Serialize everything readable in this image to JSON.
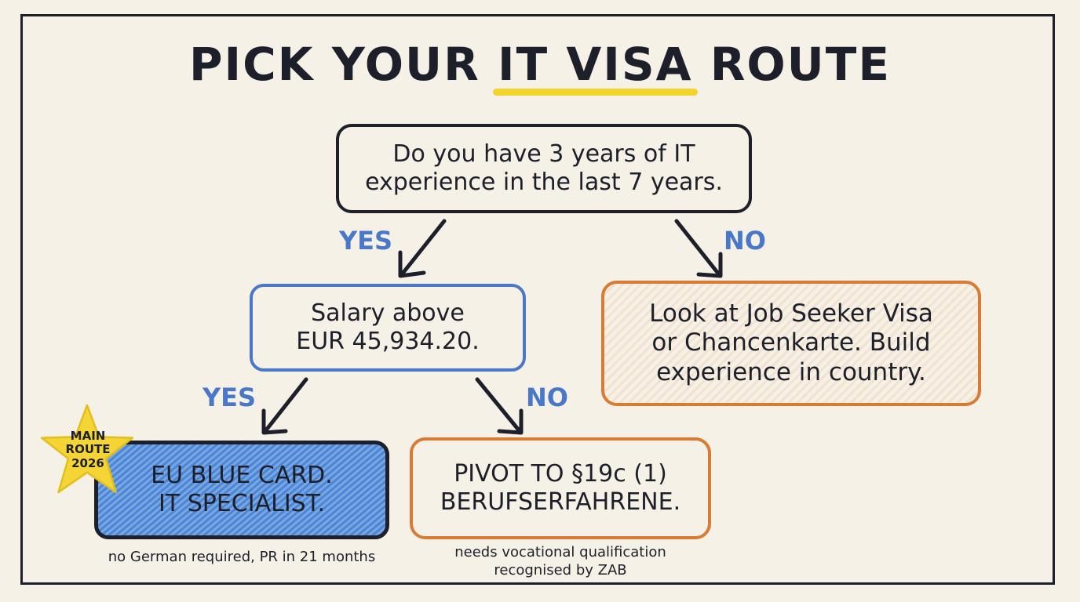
{
  "title": {
    "part1": "PICK YOUR",
    "highlight": "IT VISA",
    "part2": "ROUTE"
  },
  "question1": {
    "line1": "Do you have 3 years of IT",
    "line2": "experience in the last 7 years."
  },
  "question2": {
    "line1": "Salary above",
    "line2": "EUR 45,934.20."
  },
  "no_outcome": {
    "line1": "Look at Job Seeker Visa",
    "line2": "or Chancenkarte. Build",
    "line3": "experience in country."
  },
  "blue_card": {
    "line1": "EU BLUE CARD.",
    "line2": "IT SPECIALIST.",
    "note": "no German required, PR in 21 months"
  },
  "pivot": {
    "line1": "PIVOT TO §19c (1)",
    "line2": "BERUFSERFAHRENE.",
    "note_line1": "needs vocational qualification",
    "note_line2": "recognised by ZAB"
  },
  "edge_labels": {
    "yes1": "YES",
    "no1": "NO",
    "yes2": "YES",
    "no2": "NO"
  },
  "badge": {
    "line1": "MAIN",
    "line2": "ROUTE",
    "line3": "2026"
  },
  "colors": {
    "ink": "#1d1f2a",
    "blue": "#4a78c8",
    "orange": "#d97b34",
    "highlight": "#f2d42a",
    "badge": "#f5d535"
  }
}
